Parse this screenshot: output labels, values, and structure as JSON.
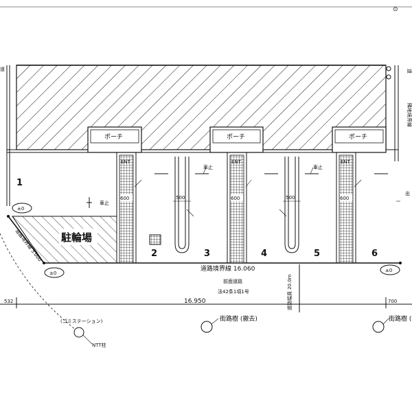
{
  "labels": {
    "porch": "ポーチ",
    "car_stop": "車止",
    "bike_stop": "車止",
    "bicycle_parking": "駐輪場",
    "ent": "ENT",
    "dim_500": "500",
    "dim_600": "600",
    "level_mark": "±0",
    "road_boundary_line": "道路境界線 16.060",
    "front_road": "前面道路",
    "road_law": "法42条1項1号",
    "road_boundary_diag": "道路境界線 3.000",
    "road_width": "道路幅員 20.0m",
    "dim_532": "532",
    "dim_16950": "16.950",
    "dim_700": "700",
    "street_tree": "街路樹 (撤去)",
    "street_tree_right": "街路樹 (撤",
    "garbage_station": "(ゴミステーション)",
    "ntt_pole": "NTT柱",
    "neighbor_boundary": "隣地境界線",
    "edge_top_left": "道",
    "edge_right_top": "道",
    "edge_right_mid": "出"
  },
  "spaces": [
    "1",
    "2",
    "3",
    "4",
    "5",
    "6"
  ]
}
